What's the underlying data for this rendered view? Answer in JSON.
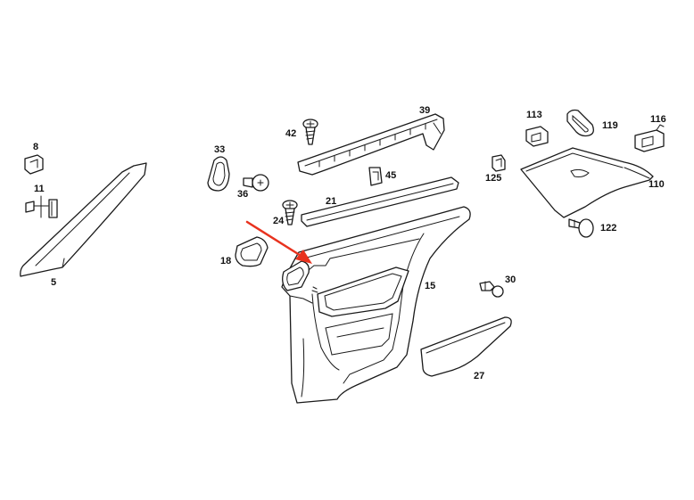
{
  "labels": {
    "p5": "5",
    "p8": "8",
    "p11": "11",
    "p15": "15",
    "p18": "18",
    "p21": "21",
    "p24": "24",
    "p27": "27",
    "p30": "30",
    "p33": "33",
    "p36": "36",
    "p39": "39",
    "p42": "42",
    "p45": "45",
    "p110": "110",
    "p113": "113",
    "p116": "116",
    "p119": "119",
    "p122": "122",
    "p125": "125"
  },
  "colors": {
    "line": "#1a1a1a",
    "arrow": "#e8321e",
    "background": "#ffffff"
  }
}
